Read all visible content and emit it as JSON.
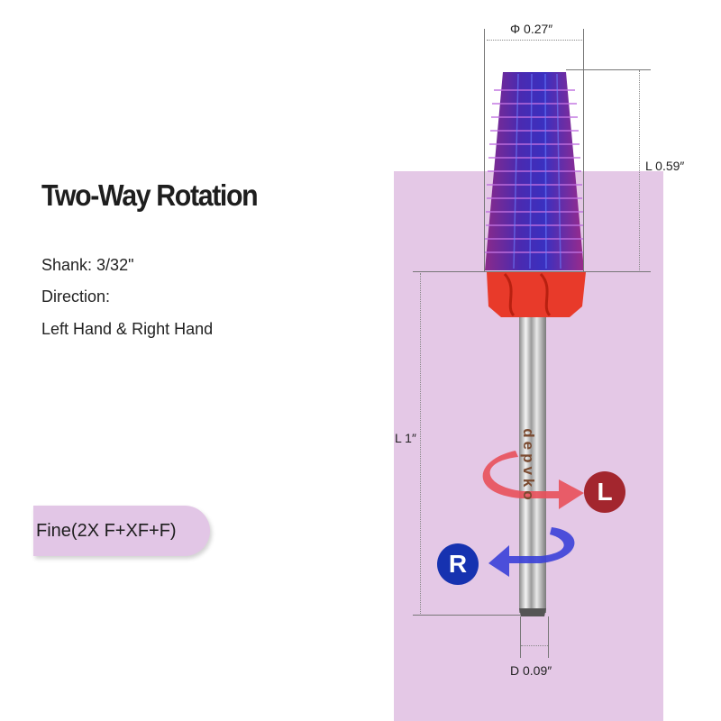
{
  "title": "Two-Way Rotation",
  "specs": {
    "shank": "Shank: 3/32\"",
    "direction_label": "Direction:",
    "direction_value": "Left Hand & Right Hand"
  },
  "grade_tag": "Fine(2X F+XF+F)",
  "dimensions": {
    "head_diameter": "Φ 0.27″",
    "head_length": "L 0.59″",
    "shank_length": "L 1″",
    "shank_diameter": "D 0.09″"
  },
  "rotation": {
    "left_badge": "L",
    "right_badge": "R",
    "left_color": "#a3262e",
    "right_color": "#1632b0"
  },
  "shank_brand": "depvko",
  "colors": {
    "panel": "#e4c8e6",
    "head_purple": "#5a2aa0",
    "collar_red": "#e83a2a"
  }
}
